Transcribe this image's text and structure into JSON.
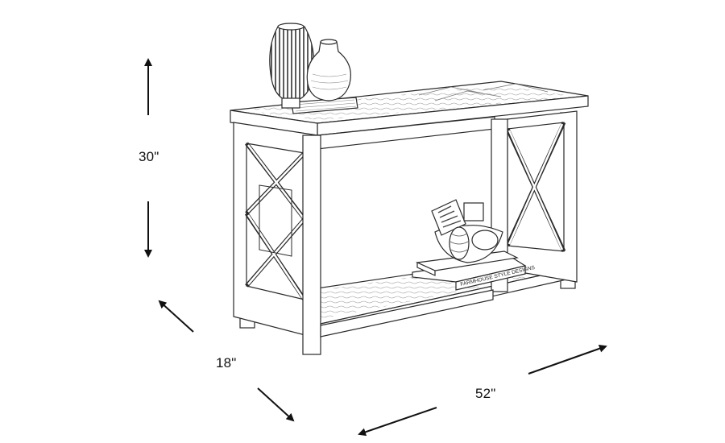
{
  "dimensions": {
    "height": "30\"",
    "depth": "18\"",
    "width": "52\""
  },
  "book_spine_text": "FARMHOUSE STYLE DESIGNS",
  "colors": {
    "line": "#1a1a1a",
    "sketch": "#555555",
    "background": "#ffffff"
  }
}
